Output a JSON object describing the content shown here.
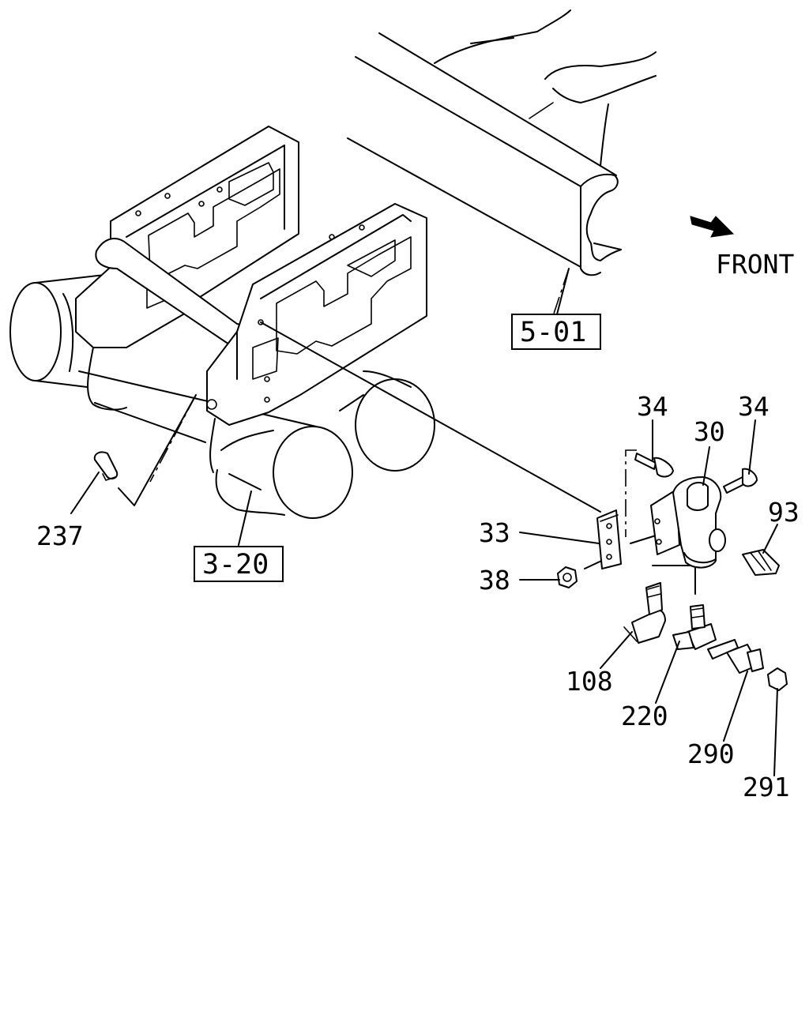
{
  "direction_label": "FRONT",
  "reference_boxes": [
    "5-01",
    "3-20"
  ],
  "part_labels": {
    "p237": "237",
    "p34a": "34",
    "p34b": "34",
    "p30": "30",
    "p93": "93",
    "p33": "33",
    "p38": "38",
    "p108": "108",
    "p220": "220",
    "p290": "290",
    "p291": "291"
  }
}
